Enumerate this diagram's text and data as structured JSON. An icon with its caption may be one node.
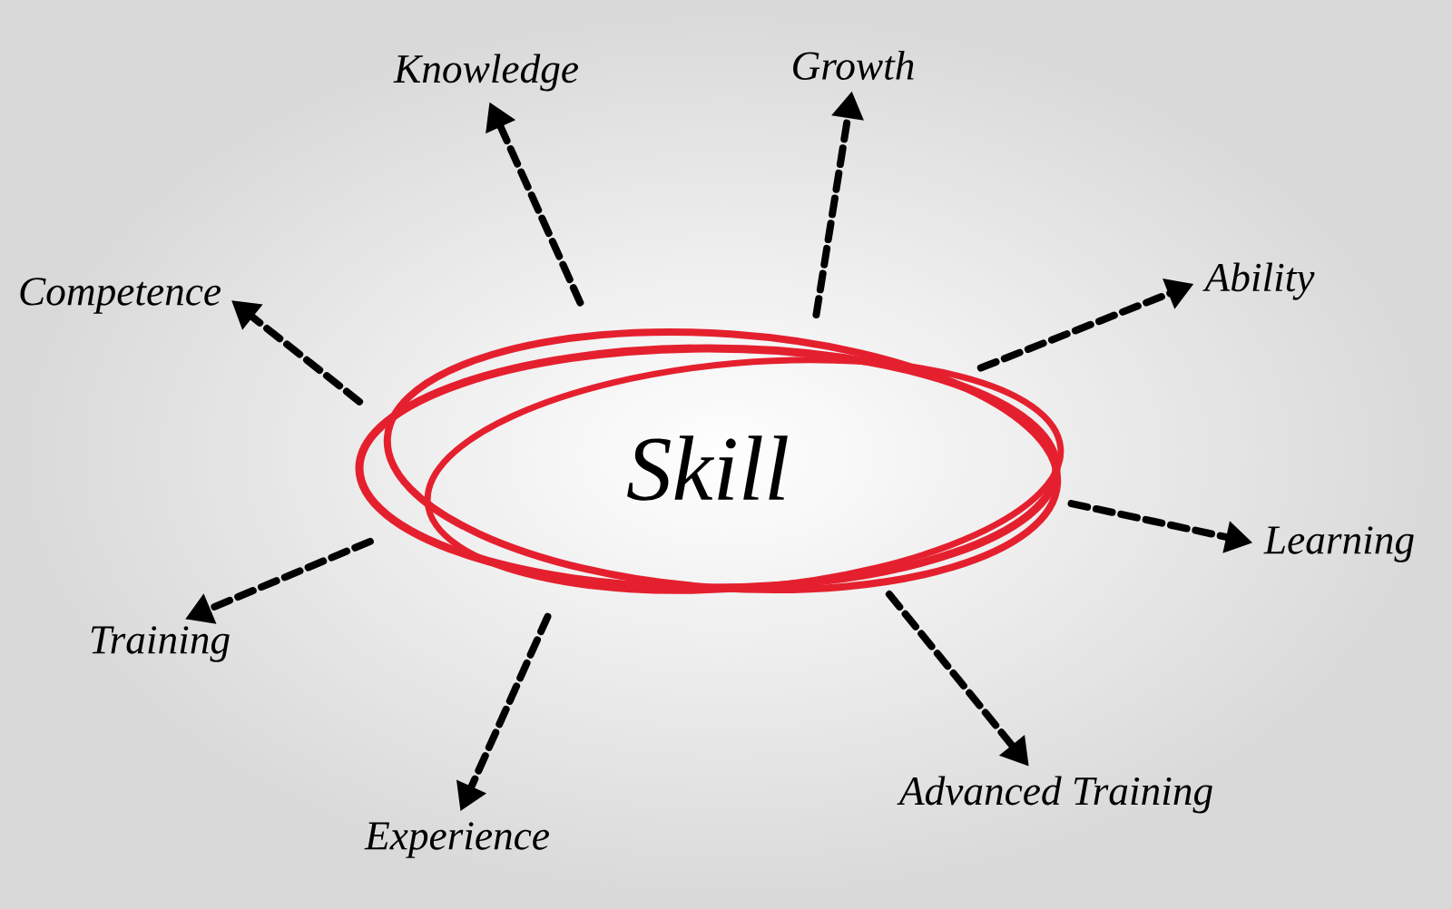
{
  "diagram": {
    "nodes": [
      {
        "text": [
          "Knowledge"
        ]
      },
      {
        "text": [
          "Growth"
        ]
      },
      {
        "text": [
          "Competence"
        ]
      },
      {
        "text": [
          "Ability"
        ]
      },
      {
        "text": [
          "Skill"
        ]
      },
      {
        "text": [
          "Learning"
        ]
      },
      {
        "text": [
          "Training"
        ]
      },
      {
        "text": [
          "Advanced Training"
        ]
      },
      {
        "text": [
          "Experience"
        ]
      }
    ],
    "edges": [
      {
        "from": 4,
        "to": 0,
        "arrow": "to",
        "style": "dashed"
      },
      {
        "from": 4,
        "to": 1,
        "arrow": "to",
        "style": "dashed"
      },
      {
        "from": 4,
        "to": 2,
        "arrow": "to",
        "style": "dashed"
      },
      {
        "from": 4,
        "to": 3,
        "arrow": "to",
        "style": "dashed"
      },
      {
        "from": 4,
        "to": 5,
        "arrow": "to",
        "style": "dashed"
      },
      {
        "from": 4,
        "to": 6,
        "arrow": "to",
        "style": "dashed"
      },
      {
        "from": 4,
        "to": 7,
        "arrow": "to",
        "style": "dashed"
      },
      {
        "from": 4,
        "to": 8,
        "arrow": "to",
        "style": "dashed"
      }
    ]
  }
}
